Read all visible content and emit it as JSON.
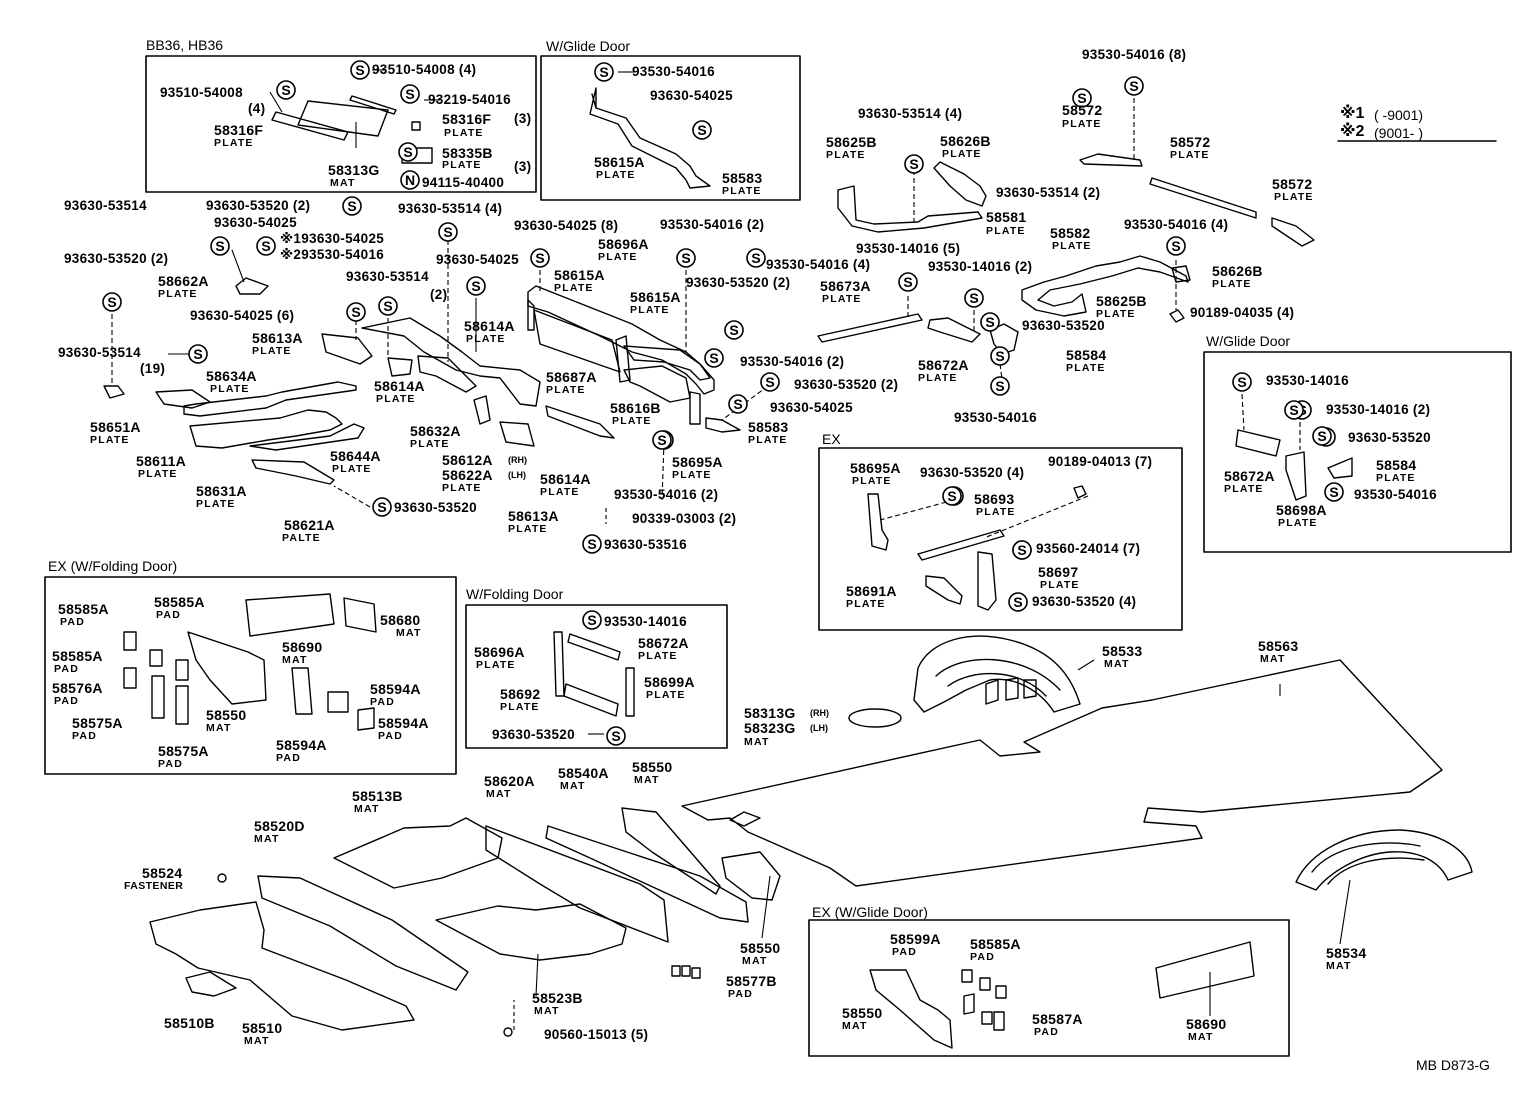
{
  "doc_ref": "MB D873-G",
  "legend": {
    "one_mark": "※1",
    "one_range": "(      -9001)",
    "two_mark": "※2",
    "two_range": "(9001-        )"
  },
  "boxes": [
    {
      "id": "bb36",
      "title": "BB36, HB36"
    },
    {
      "id": "glide1",
      "title": "W/Glide Door"
    },
    {
      "id": "glide2",
      "title": "W/Glide Door"
    },
    {
      "id": "ex",
      "title": "EX"
    },
    {
      "id": "exfold",
      "title": "EX (W/Folding Door)"
    },
    {
      "id": "fold",
      "title": "W/Folding Door"
    },
    {
      "id": "exglide",
      "title": "EX (W/Glide Door)"
    }
  ],
  "callouts": [
    {
      "part": "93510-54008 (4)"
    },
    {
      "part": "93510-54008",
      "qty": "(4)"
    },
    {
      "part": "93219-54016"
    },
    {
      "part": "58316F",
      "type": "PLATE",
      "qty": "(3)"
    },
    {
      "part": "58316F",
      "type": "PLATE"
    },
    {
      "part": "58335B",
      "type": "PLATE",
      "qty": "(3)"
    },
    {
      "part": "58313G",
      "type": "MAT"
    },
    {
      "part": "94115-40400"
    },
    {
      "part": "93530-54016"
    },
    {
      "part": "93630-54025"
    },
    {
      "part": "58615A",
      "type": "PLATE"
    },
    {
      "part": "58583",
      "type": "PLATE"
    },
    {
      "part": "93530-54016 (8)"
    },
    {
      "part": "93630-53514 (4)"
    },
    {
      "part": "58625B",
      "type": "PLATE"
    },
    {
      "part": "58626B",
      "type": "PLATE"
    },
    {
      "part": "58572",
      "type": "PLATE"
    },
    {
      "part": "58572",
      "type": "PLATE"
    },
    {
      "part": "58572",
      "type": "PLATE"
    },
    {
      "part": "93630-53514 (2)"
    },
    {
      "part": "58581",
      "type": "PLATE"
    },
    {
      "part": "93630-53514"
    },
    {
      "part": "93630-53520 (2)"
    },
    {
      "part": "93630-54025"
    },
    {
      "part": "※193630-54025"
    },
    {
      "part": "※293530-54016"
    },
    {
      "part": "93630-53514 (4)"
    },
    {
      "part": "93630-54025 (8)"
    },
    {
      "part": "93530-54016 (2)"
    },
    {
      "part": "58696A",
      "type": "PLATE"
    },
    {
      "part": "93630-53520 (2)"
    },
    {
      "part": "58662A",
      "type": "PLATE"
    },
    {
      "part": "93630-53514"
    },
    {
      "part": "(2)"
    },
    {
      "part": "93630-54025"
    },
    {
      "part": "58615A",
      "type": "PLATE"
    },
    {
      "part": "58615A",
      "type": "PLATE"
    },
    {
      "part": "93530-54016 (4)"
    },
    {
      "part": "93530-14016 (5)"
    },
    {
      "part": "93530-14016 (2)"
    },
    {
      "part": "58582",
      "type": "PLATE"
    },
    {
      "part": "93530-54016 (4)"
    },
    {
      "part": "58626B",
      "type": "PLATE"
    },
    {
      "part": "58625B",
      "type": "PLATE"
    },
    {
      "part": "90189-04035 (4)"
    },
    {
      "part": "93630-54025 (6)"
    },
    {
      "part": "58613A",
      "type": "PLATE"
    },
    {
      "part": "58614A",
      "type": "PLATE"
    },
    {
      "part": "58673A",
      "type": "PLATE"
    },
    {
      "part": "93630-53520"
    },
    {
      "part": "58672A",
      "type": "PLATE"
    },
    {
      "part": "58584",
      "type": "PLATE"
    },
    {
      "part": "93630-53514",
      "qty": "(19)"
    },
    {
      "part": "58634A",
      "type": "PLATE"
    },
    {
      "part": "58614A",
      "type": "PLATE"
    },
    {
      "part": "93530-54016 (2)"
    },
    {
      "part": "58687A",
      "type": "PLATE"
    },
    {
      "part": "93630-53520 (2)"
    },
    {
      "part": "93530-54016"
    },
    {
      "part": "58651A",
      "type": "PLATE"
    },
    {
      "part": "58611A",
      "type": "PLATE"
    },
    {
      "part": "58632A",
      "type": "PLATE"
    },
    {
      "part": "58616B",
      "type": "PLATE"
    },
    {
      "part": "93630-54025"
    },
    {
      "part": "58583",
      "type": "PLATE"
    },
    {
      "part": "58612A",
      "suffix": "(RH)"
    },
    {
      "part": "58622A",
      "suffix": "(LH)",
      "type": "PLATE"
    },
    {
      "part": "58644A",
      "type": "PLATE"
    },
    {
      "part": "58695A",
      "type": "PLATE"
    },
    {
      "part": "58614A",
      "type": "PLATE"
    },
    {
      "part": "58631A",
      "type": "PLATE"
    },
    {
      "part": "93630-53520"
    },
    {
      "part": "93530-54016 (2)"
    },
    {
      "part": "58613A",
      "type": "PLATE"
    },
    {
      "part": "58621A",
      "type": "PALTE"
    },
    {
      "part": "90339-03003 (2)"
    },
    {
      "part": "93630-53516"
    },
    {
      "part": "58695A",
      "type": "PLATE"
    },
    {
      "part": "93630-53520 (4)"
    },
    {
      "part": "90189-04013 (7)"
    },
    {
      "part": "58693",
      "type": "PLATE"
    },
    {
      "part": "93560-24014 (7)"
    },
    {
      "part": "58697",
      "type": "PLATE"
    },
    {
      "part": "58691A",
      "type": "PLATE"
    },
    {
      "part": "93630-53520 (4)"
    },
    {
      "part": "93530-14016"
    },
    {
      "part": "93530-14016 (2)"
    },
    {
      "part": "93630-53520"
    },
    {
      "part": "58672A",
      "type": "PLATE"
    },
    {
      "part": "58584",
      "type": "PLATE"
    },
    {
      "part": "93530-54016"
    },
    {
      "part": "58698A",
      "type": "PLATE"
    },
    {
      "part": "58585A",
      "type": "PAD"
    },
    {
      "part": "58585A",
      "type": "PAD"
    },
    {
      "part": "58585A",
      "type": "PAD"
    },
    {
      "part": "58576A",
      "type": "PAD"
    },
    {
      "part": "58575A",
      "type": "PAD"
    },
    {
      "part": "58575A",
      "type": "PAD"
    },
    {
      "part": "58550",
      "type": "MAT"
    },
    {
      "part": "58690",
      "type": "MAT"
    },
    {
      "part": "58680",
      "type": "MAT"
    },
    {
      "part": "58594A",
      "type": "PAD"
    },
    {
      "part": "58594A",
      "type": "PAD"
    },
    {
      "part": "58594A",
      "type": "PAD"
    },
    {
      "part": "93530-14016"
    },
    {
      "part": "58696A",
      "type": "PLATE"
    },
    {
      "part": "58672A",
      "type": "PLATE"
    },
    {
      "part": "58692",
      "type": "PLATE"
    },
    {
      "part": "58699A",
      "type": "PLATE"
    },
    {
      "part": "93630-53520"
    },
    {
      "part": "58533",
      "type": "MAT"
    },
    {
      "part": "58563",
      "type": "MAT"
    },
    {
      "part": "58313G",
      "suffix": "(RH)"
    },
    {
      "part": "58323G",
      "suffix": "(LH)",
      "type": "MAT"
    },
    {
      "part": "58513B",
      "type": "MAT"
    },
    {
      "part": "58620A",
      "type": "MAT"
    },
    {
      "part": "58540A",
      "type": "MAT"
    },
    {
      "part": "58550",
      "type": "MAT"
    },
    {
      "part": "58520D",
      "type": "MAT"
    },
    {
      "part": "58524",
      "type": "FASTENER"
    },
    {
      "part": "58550",
      "type": "MAT"
    },
    {
      "part": "58577B",
      "type": "PAD"
    },
    {
      "part": "58523B",
      "type": "MAT"
    },
    {
      "part": "58510B"
    },
    {
      "part": "58510",
      "type": "MAT"
    },
    {
      "part": "90560-15013 (5)"
    },
    {
      "part": "58534",
      "type": "MAT"
    },
    {
      "part": "58599A",
      "type": "PAD"
    },
    {
      "part": "58585A",
      "type": "PAD"
    },
    {
      "part": "58550",
      "type": "MAT"
    },
    {
      "part": "58587A",
      "type": "PAD"
    },
    {
      "part": "58690",
      "type": "MAT"
    }
  ],
  "markers": [
    {
      "sym": "S"
    },
    {
      "sym": "S"
    },
    {
      "sym": "S"
    },
    {
      "sym": "S"
    },
    {
      "sym": "N"
    },
    {
      "sym": "S"
    },
    {
      "sym": "S"
    },
    {
      "sym": "S"
    },
    {
      "sym": "S"
    },
    {
      "sym": "S"
    },
    {
      "sym": "S"
    },
    {
      "sym": "S"
    },
    {
      "sym": "S"
    },
    {
      "sym": "S"
    },
    {
      "sym": "S"
    },
    {
      "sym": "S"
    },
    {
      "sym": "S"
    },
    {
      "sym": "S"
    },
    {
      "sym": "S"
    },
    {
      "sym": "S"
    },
    {
      "sym": "S"
    },
    {
      "sym": "S"
    },
    {
      "sym": "S"
    },
    {
      "sym": "S"
    },
    {
      "sym": "S"
    },
    {
      "sym": "S"
    },
    {
      "sym": "S"
    },
    {
      "sym": "S"
    },
    {
      "sym": "S"
    },
    {
      "sym": "S"
    },
    {
      "sym": "S"
    },
    {
      "sym": "S"
    },
    {
      "sym": "S"
    },
    {
      "sym": "S"
    },
    {
      "sym": "S"
    },
    {
      "sym": "S"
    },
    {
      "sym": "S"
    },
    {
      "sym": "S"
    },
    {
      "sym": "S"
    },
    {
      "sym": "S"
    },
    {
      "sym": "S"
    },
    {
      "sym": "S"
    },
    {
      "sym": "S"
    },
    {
      "sym": "S"
    },
    {
      "sym": "S"
    },
    {
      "sym": "S"
    },
    {
      "sym": "S"
    },
    {
      "sym": "S"
    },
    {
      "sym": "S"
    }
  ]
}
